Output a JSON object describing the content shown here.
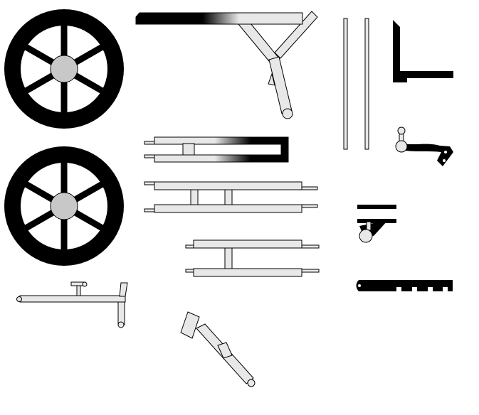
{
  "sheet": {
    "background": "#ffffff",
    "colors": {
      "outline": "#000000",
      "part_fill": "#e8e8e8",
      "hub_fill": "#c8c8c8",
      "black": "#000000"
    },
    "parts": [
      {
        "name": "wheel-top",
        "icon": "wheel-icon"
      },
      {
        "name": "wheel-bottom",
        "icon": "wheel-icon"
      },
      {
        "name": "top-frame-bar",
        "icon": "frame-bar-icon"
      },
      {
        "name": "tall-rod-left",
        "icon": "rod-icon"
      },
      {
        "name": "tall-rod-right",
        "icon": "rod-icon"
      },
      {
        "name": "l-bracket",
        "icon": "angle-bracket-icon"
      },
      {
        "name": "crank-arm",
        "icon": "crank-icon"
      },
      {
        "name": "u-frame",
        "icon": "u-frame-icon"
      },
      {
        "name": "axle-assembly-large",
        "icon": "axle-icon"
      },
      {
        "name": "axle-assembly-small",
        "icon": "axle-icon"
      },
      {
        "name": "t-bracket",
        "icon": "bracket-icon"
      },
      {
        "name": "toothed-strip",
        "icon": "rack-icon"
      },
      {
        "name": "handle-frame",
        "icon": "handle-icon"
      },
      {
        "name": "fork-arm",
        "icon": "fork-icon"
      }
    ]
  }
}
